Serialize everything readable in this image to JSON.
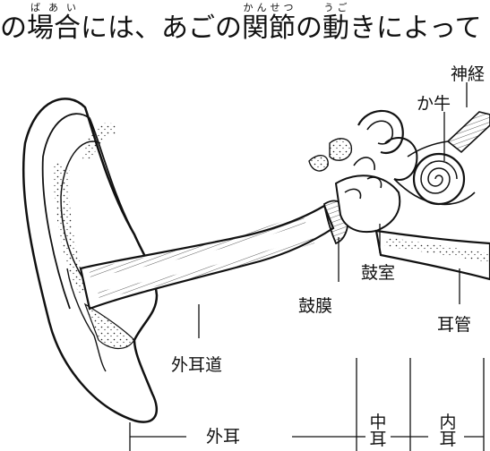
{
  "sentence": {
    "part1": "の",
    "ruby1": {
      "base": "場合",
      "reading": "ばあい"
    },
    "part2": "には、あごの",
    "ruby2": {
      "base": "関節",
      "reading": "かんせつ"
    },
    "part3": "の",
    "ruby3": {
      "base": "動",
      "reading": "うご"
    },
    "part4": "きによって"
  },
  "labels": {
    "nerve": "神経",
    "cochlea": "か牛",
    "tympanic_cavity": "鼓室",
    "eardrum": "鼓膜",
    "eustachian_tube": "耳管",
    "ear_canal": "外耳道"
  },
  "regions": {
    "outer": "外耳",
    "middle_top": "中",
    "middle_bottom": "耳",
    "inner_top": "内",
    "inner_bottom": "耳"
  },
  "colors": {
    "ink": "#111111",
    "paper": "#ffffff"
  }
}
